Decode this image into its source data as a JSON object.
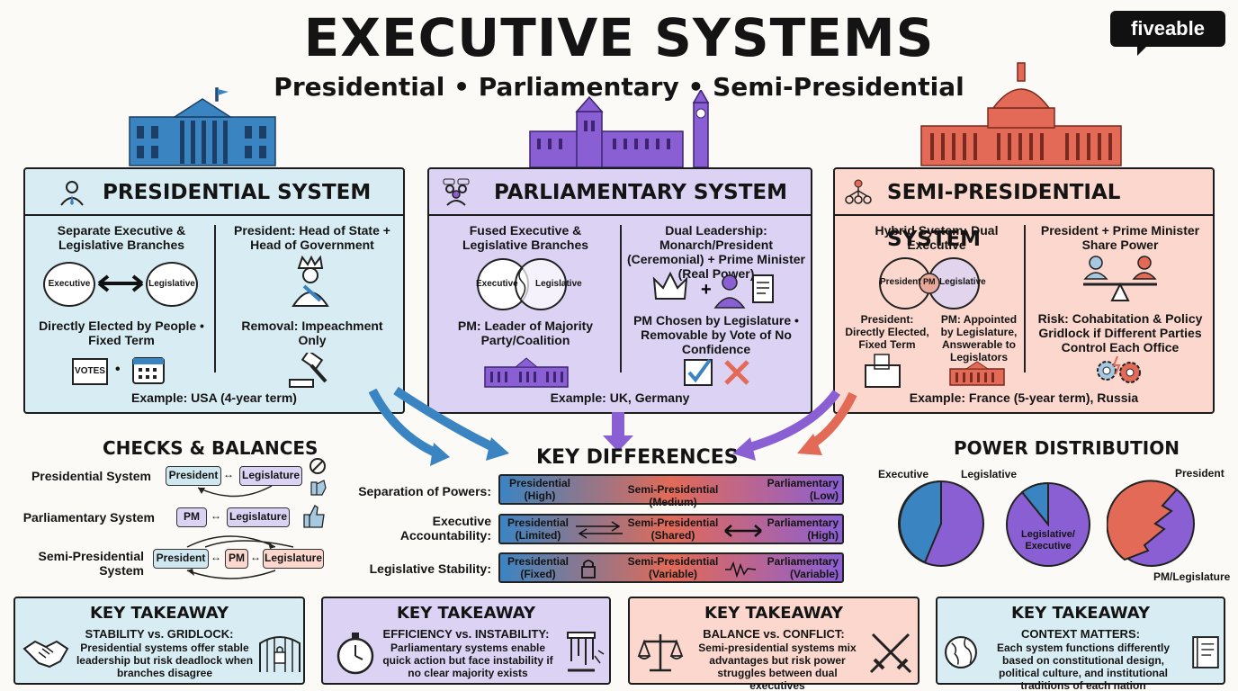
{
  "header": {
    "title": "EXECUTIVE SYSTEMS",
    "subtitle": "Presidential • Parliamentary • Semi-Presidential",
    "logo": "fiveable"
  },
  "colors": {
    "blue": "#3b84c2",
    "purple": "#8b5fd4",
    "orange": "#e26a57"
  },
  "presidential": {
    "title": "PRESIDENTIAL SYSTEM",
    "left_heading": "Separate Executive & Legislative Branches",
    "circle_exec": "Executive",
    "circle_leg": "Legislative",
    "left_body": "Directly Elected by People • Fixed Term",
    "votes_label": "VOTES",
    "right_heading": "President: Head of State + Head of Government",
    "right_body": "Removal: Impeachment Only",
    "example": "Example: USA (4-year term)"
  },
  "parliamentary": {
    "title": "PARLIAMENTARY SYSTEM",
    "left_heading": "Fused Executive & Legislative Branches",
    "circle_exec": "Executive",
    "circle_leg": "Legislative",
    "left_body": "PM: Leader of Majority Party/Coalition",
    "right_heading": "Dual Leadership: Monarch/President (Ceremonial) + Prime Minister (Real Power)",
    "right_body": "PM Chosen by Legislature • Removable by Vote of No Confidence",
    "example": "Example: UK, Germany"
  },
  "semi": {
    "title": "SEMI-PRESIDENTIAL SYSTEM",
    "left_heading": "Hybrid System: Dual Executive",
    "circle_pres": "President",
    "circle_pm": "PM",
    "circle_leg": "Legislative",
    "left_sub1": "President: Directly Elected, Fixed Term",
    "left_sub2": "PM: Appointed by Legislature, Answerable to Legislators",
    "right_heading": "President + Prime Minister Share Power",
    "right_body": "Risk: Cohabitation & Policy Gridlock if Different Parties Control Each Office",
    "example": "Example: France (5-year term), Russia"
  },
  "checks": {
    "title": "CHECKS & BALANCES",
    "rows": [
      {
        "label": "Presidential System",
        "a": "President",
        "b": "Legislature"
      },
      {
        "label": "Parliamentary System",
        "a": "PM",
        "b": "Legislature"
      },
      {
        "label": "Semi-Presidential System",
        "a": "President",
        "m": "PM",
        "b": "Legislature"
      }
    ]
  },
  "differences": {
    "title": "KEY DIFFERENCES",
    "rows": [
      {
        "label": "Separation of Powers:",
        "left": "Presidential (High)",
        "mid": "Semi-Presidential (Medium)",
        "right": "Parliamentary (Low)"
      },
      {
        "label": "Executive Accountability:",
        "left": "Presidential (Limited)",
        "mid": "Semi-Presidential (Shared)",
        "right": "Parliamentary (High)"
      },
      {
        "label": "Legislative Stability:",
        "left": "Presidential (Fixed)",
        "mid": "Semi-Presidential (Variable)",
        "right": "Parliamentary (Variable)"
      }
    ]
  },
  "power": {
    "title": "POWER DISTRIBUTION",
    "pie1_exec": "Executive",
    "pie1_leg": "Legislative",
    "pie2_label": "Legislative/ Executive",
    "pie3_pres": "President",
    "pie3_pm": "PM/Legislature"
  },
  "takeaways": [
    {
      "title": "KEY TAKEAWAY",
      "subtitle": "STABILITY vs. GRIDLOCK:",
      "body": "Presidential systems offer stable leadership but risk deadlock when branches disagree"
    },
    {
      "title": "KEY TAKEAWAY",
      "subtitle": "EFFICIENCY vs. INSTABILITY:",
      "body": "Parliamentary systems enable quick action but face instability if no clear majority exists"
    },
    {
      "title": "KEY TAKEAWAY",
      "subtitle": "BALANCE vs. CONFLICT:",
      "body": "Semi-presidential systems mix advantages but risk power struggles between dual executives"
    },
    {
      "title": "KEY TAKEAWAY",
      "subtitle": "CONTEXT MATTERS:",
      "body": "Each system functions differently based on constitutional design, political culture, and institutional traditions of each nation"
    }
  ]
}
